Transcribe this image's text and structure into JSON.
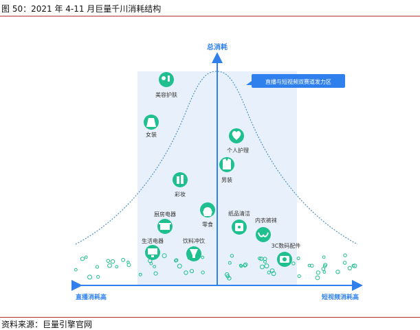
{
  "caption": "图 50：2021 年 4-11 月巨量千川消耗结构",
  "source": "资料来源：巨量引擎官网",
  "diagram": {
    "top_axis_label": "总消耗",
    "left_axis_label": "直播消耗高",
    "right_axis_label": "短视频消耗高",
    "zone_label": "直播与短视频双赛道发力区",
    "colors": {
      "blue": "#2f80ed",
      "green": "#1fbf8f",
      "zone_fill": "#e8f1fb",
      "curve": "#4a90c8"
    }
  },
  "categories": [
    {
      "key": "beauty",
      "label": "美容护肤",
      "icon": "face-care-icon"
    },
    {
      "key": "women",
      "label": "女装",
      "icon": "dress-icon"
    },
    {
      "key": "personal",
      "label": "个人护理",
      "icon": "heart-hand-icon"
    },
    {
      "key": "men",
      "label": "男装",
      "icon": "jacket-icon"
    },
    {
      "key": "makeup",
      "label": "彩妆",
      "icon": "lipstick-icon"
    },
    {
      "key": "food",
      "label": "零食",
      "icon": "cake-icon"
    },
    {
      "key": "kitchen",
      "label": "厨房电器",
      "icon": "pot-icon"
    },
    {
      "key": "paper",
      "label": "纸品清洁",
      "icon": "tissue-roll-icon"
    },
    {
      "key": "underwear",
      "label": "内衣裤袜",
      "icon": "bra-icon"
    },
    {
      "key": "appliance",
      "label": "生活电器",
      "icon": "monitor-icon"
    },
    {
      "key": "drinks",
      "label": "饮料冲饮",
      "icon": "cup-icon"
    },
    {
      "key": "digital",
      "label": "3C数码配件",
      "icon": "camera-icon"
    }
  ]
}
